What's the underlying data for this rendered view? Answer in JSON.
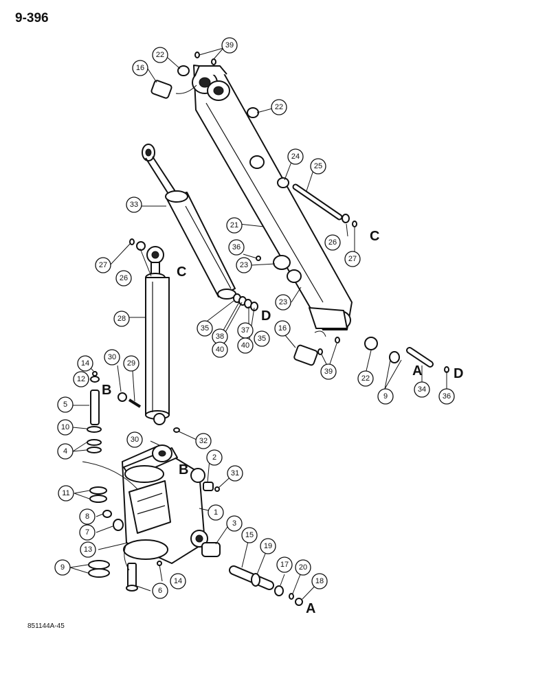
{
  "page_number": "9-396",
  "figure_code": "851144A-45",
  "callouts": {
    "c39a": "39",
    "c22a": "22",
    "c16a": "16",
    "c22b": "22",
    "c24": "24",
    "c25": "25",
    "c33": "33",
    "c21": "21",
    "c26a": "26",
    "c27a": "27",
    "c36a": "36",
    "c23a": "23",
    "c27b": "27",
    "c26b": "26",
    "c23b": "23",
    "c28": "28",
    "c35a": "35",
    "c38": "38",
    "c37": "37",
    "c35b": "35",
    "c40a": "40",
    "c40b": "40",
    "c16b": "16",
    "c39b": "39",
    "c22c": "22",
    "c9a": "9",
    "c34": "34",
    "c36b": "36",
    "c14a": "14",
    "c30a": "30",
    "c29": "29",
    "c12": "12",
    "c5": "5",
    "c10": "10",
    "c4": "4",
    "c32": "32",
    "c30b": "30",
    "c2": "2",
    "c31": "31",
    "c11": "11",
    "c1": "1",
    "c8": "8",
    "c7": "7",
    "c3": "3",
    "c13": "13",
    "c15": "15",
    "c19": "19",
    "c17": "17",
    "c20": "20",
    "c18": "18",
    "c9b": "9",
    "c14b": "14",
    "c6": "6"
  },
  "letters": {
    "c_upper": "C",
    "c_lower": "C",
    "d_mid": "D",
    "d_right": "D",
    "a_right": "A",
    "b_upper": "B",
    "b_lower": "B",
    "a_lower": "A"
  }
}
